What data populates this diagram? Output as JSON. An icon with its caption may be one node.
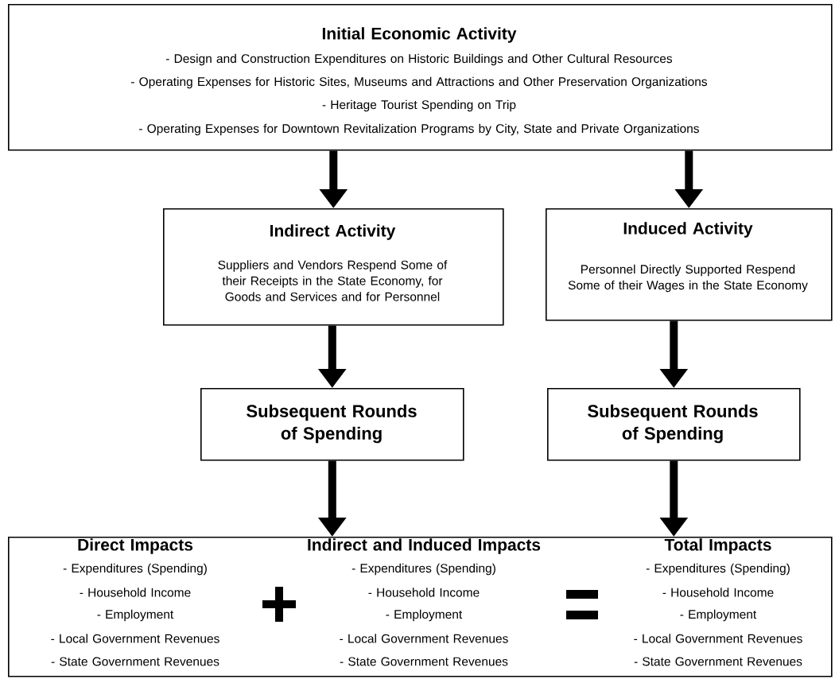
{
  "diagram": {
    "nodes": [
      {
        "text": [
          "Initial Economic Activity",
          "- Design and Construction Expenditures on Historic Buildings and Other Cultural Resources",
          "- Operating Expenses for Historic Sites, Museums and Attractions and Other Preservation Organizations",
          "- Heritage Tourist Spending on Trip",
          "- Operating Expenses for Downtown Revitalization Programs by City, State and Private Organizations"
        ]
      },
      {
        "text": [
          "Indirect Activity",
          "Suppliers and Vendors Respend Some of their Receipts in the State Economy, for Goods and Services and for Personnel"
        ]
      },
      {
        "text": [
          "Induced Activity",
          "Personnel Directly Supported Respend Some of their Wages in the State Economy"
        ]
      },
      {
        "text": [
          "Subsequent Rounds of Spending"
        ]
      },
      {
        "text": [
          "Subsequent Rounds of Spending"
        ]
      },
      {
        "text": [
          "Direct Impacts",
          "- Expenditures (Spending)",
          "- Household Income",
          "- Employment",
          "- Local Government Revenues",
          "- State Government Revenues",
          "Indirect and Induced Impacts",
          "- Expenditures (Spending)",
          "- Household Income",
          "- Employment",
          "- Local Government Revenues",
          "- State Government Revenues",
          "Total Impacts",
          "- Expenditures (Spending)",
          "- Household Income",
          "- Employment",
          "- Local Government Revenues",
          "- State Government Revenues"
        ]
      }
    ],
    "edges": [
      {
        "from": 0,
        "to": 1,
        "arrow": "to"
      },
      {
        "from": 0,
        "to": 2,
        "arrow": "to"
      },
      {
        "from": 1,
        "to": 3,
        "arrow": "to"
      },
      {
        "from": 2,
        "to": 4,
        "arrow": "to"
      },
      {
        "from": 3,
        "to": 5,
        "arrow": "to"
      },
      {
        "from": 4,
        "to": 5,
        "arrow": "to"
      }
    ]
  }
}
